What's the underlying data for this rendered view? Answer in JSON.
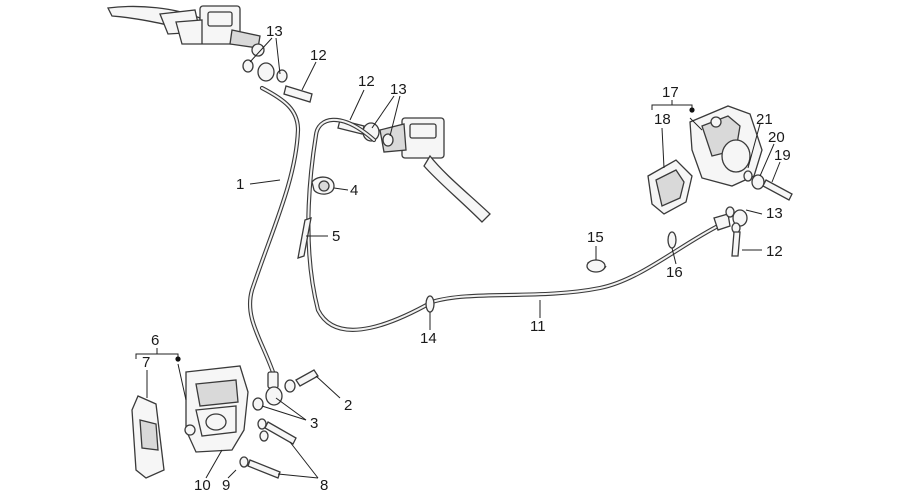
{
  "callouts": [
    "1",
    "2",
    "3",
    "4",
    "5",
    "6",
    "7",
    "8",
    "9",
    "10",
    "11",
    "12",
    "12",
    "12",
    "13",
    "13",
    "13",
    "14",
    "15",
    "16",
    "17",
    "18",
    "19",
    "20",
    "21"
  ],
  "parts": [
    {
      "name": "front-left-lever-icon"
    },
    {
      "name": "front-master-cylinder-icon"
    },
    {
      "name": "rear-master-cylinder-icon"
    },
    {
      "name": "front-brake-hose-icon"
    },
    {
      "name": "rear-brake-hose-icon"
    },
    {
      "name": "front-caliper-icon"
    },
    {
      "name": "front-brake-pads-icon"
    },
    {
      "name": "rear-caliper-icon"
    },
    {
      "name": "rear-brake-pads-icon"
    },
    {
      "name": "hose-clip-icon"
    },
    {
      "name": "hose-guide-icon"
    }
  ]
}
